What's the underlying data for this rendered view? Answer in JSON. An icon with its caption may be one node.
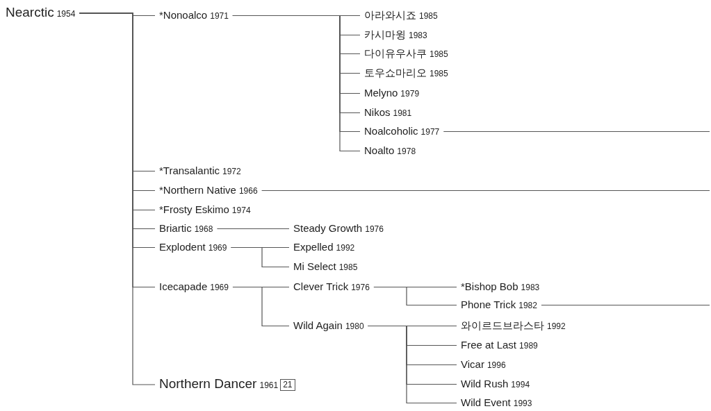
{
  "diagram": {
    "nodes": [
      {
        "text": [
          "Nearctic",
          "1954"
        ]
      },
      {
        "text": [
          "*Nonoalco",
          "1971"
        ]
      },
      {
        "text": [
          "아라와시죠",
          "1985"
        ]
      },
      {
        "text": [
          "카시마윙",
          "1983"
        ]
      },
      {
        "text": [
          "다이유우사쿠",
          "1985"
        ]
      },
      {
        "text": [
          "토우쇼마리오",
          "1985"
        ]
      },
      {
        "text": [
          "Melyno",
          "1979"
        ]
      },
      {
        "text": [
          "Nikos",
          "1981"
        ]
      },
      {
        "text": [
          "Noalcoholic",
          "1977"
        ]
      },
      {
        "text": [
          "Noalto",
          "1978"
        ]
      },
      {
        "text": [
          "*Transalantic",
          "1972"
        ]
      },
      {
        "text": [
          "*Northern Native",
          "1966"
        ]
      },
      {
        "text": [
          "*Frosty Eskimo",
          "1974"
        ]
      },
      {
        "text": [
          "Briartic",
          "1968"
        ]
      },
      {
        "text": [
          "Steady Growth",
          "1976"
        ]
      },
      {
        "text": [
          "Explodent",
          "1969"
        ]
      },
      {
        "text": [
          "Expelled",
          "1992"
        ]
      },
      {
        "text": [
          "Mi Select",
          "1985"
        ]
      },
      {
        "text": [
          "Icecapade",
          "1969"
        ]
      },
      {
        "text": [
          "Clever Trick",
          "1976"
        ]
      },
      {
        "text": [
          "*Bishop Bob",
          "1983"
        ]
      },
      {
        "text": [
          "Phone Trick",
          "1982"
        ]
      },
      {
        "text": [
          "Wild Again",
          "1980"
        ]
      },
      {
        "text": [
          "와이르드브라스타",
          "1992"
        ]
      },
      {
        "text": [
          "Free at Last",
          "1989"
        ]
      },
      {
        "text": [
          "Vicar",
          "1996"
        ]
      },
      {
        "text": [
          "Wild Rush",
          "1994"
        ]
      },
      {
        "text": [
          "Wild Event",
          "1993"
        ]
      },
      {
        "text": [
          "Northern Dancer",
          "1961",
          "21"
        ]
      }
    ],
    "edges": [
      {
        "from": 0,
        "to": 1,
        "arrow": "none"
      },
      {
        "from": 1,
        "to": 2,
        "arrow": "none"
      },
      {
        "from": 1,
        "to": 3,
        "arrow": "none"
      },
      {
        "from": 1,
        "to": 4,
        "arrow": "none"
      },
      {
        "from": 1,
        "to": 5,
        "arrow": "none"
      },
      {
        "from": 1,
        "to": 6,
        "arrow": "none"
      },
      {
        "from": 1,
        "to": 7,
        "arrow": "none"
      },
      {
        "from": 1,
        "to": 8,
        "arrow": "none"
      },
      {
        "from": 1,
        "to": 9,
        "arrow": "none"
      },
      {
        "from": 8,
        "to": null,
        "arrow": "none"
      },
      {
        "from": 0,
        "to": 10,
        "arrow": "none"
      },
      {
        "from": 0,
        "to": 11,
        "arrow": "none"
      },
      {
        "from": 11,
        "to": null,
        "arrow": "none"
      },
      {
        "from": 0,
        "to": 12,
        "arrow": "none"
      },
      {
        "from": 0,
        "to": 13,
        "arrow": "none"
      },
      {
        "from": 13,
        "to": 14,
        "arrow": "none"
      },
      {
        "from": 0,
        "to": 15,
        "arrow": "none"
      },
      {
        "from": 15,
        "to": 16,
        "arrow": "none"
      },
      {
        "from": 15,
        "to": 17,
        "arrow": "none"
      },
      {
        "from": 0,
        "to": 18,
        "arrow": "none"
      },
      {
        "from": 18,
        "to": 19,
        "arrow": "none"
      },
      {
        "from": 19,
        "to": 20,
        "arrow": "none"
      },
      {
        "from": 19,
        "to": 21,
        "arrow": "none"
      },
      {
        "from": 21,
        "to": null,
        "arrow": "none"
      },
      {
        "from": 18,
        "to": 22,
        "arrow": "none"
      },
      {
        "from": 22,
        "to": 23,
        "arrow": "none"
      },
      {
        "from": 22,
        "to": 24,
        "arrow": "none"
      },
      {
        "from": 22,
        "to": 25,
        "arrow": "none"
      },
      {
        "from": 22,
        "to": 26,
        "arrow": "none"
      },
      {
        "from": 22,
        "to": 27,
        "arrow": "none"
      },
      {
        "from": 0,
        "to": 28,
        "arrow": "none"
      }
    ]
  }
}
